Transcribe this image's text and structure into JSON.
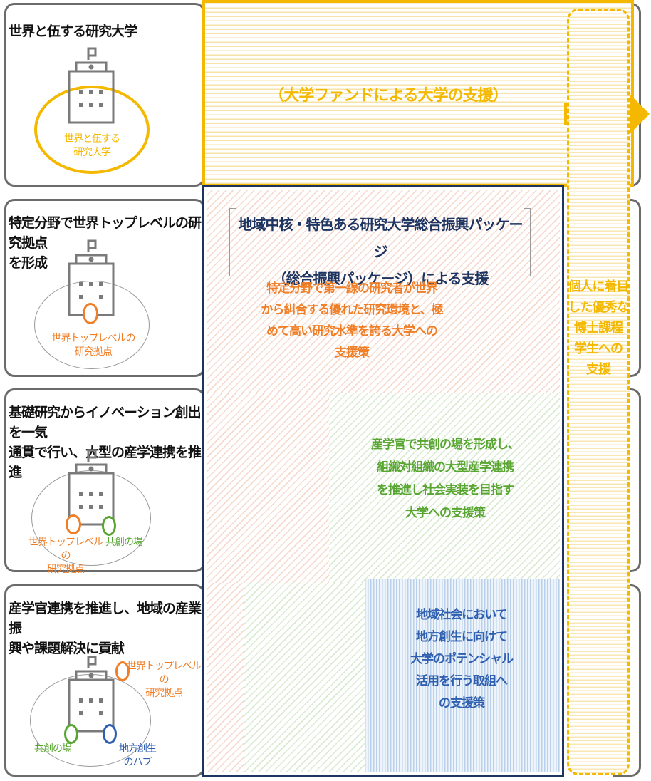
{
  "rows": [
    {
      "title": "世界と伍する研究大学",
      "oval_labels": [
        "世界と伍する\n研究大学"
      ]
    },
    {
      "title": "特定分野で世界トップレベルの研究拠点\nを形成",
      "oval_labels": [
        "世界トップレベルの\n研究拠点"
      ]
    },
    {
      "title": "基礎研究からイノベーション創出を一気\n通貫で行い、大型の産学連携を推進",
      "oval_labels": [
        "世界トップレベルの\n研究拠点",
        "共創の場"
      ]
    },
    {
      "title": "産学官連携を推進し、地域の産業振\n興や課題解決に貢献",
      "oval_labels": [
        "世界トップレベルの\n研究拠点",
        "共創の場",
        "地方創生\nのハブ"
      ]
    }
  ],
  "fund": {
    "label": "（大学ファンドによる大学の支援）"
  },
  "package": {
    "title": "地域中核・特色ある研究大学総合振興パッケージ\n（総合振興パッケージ）による支援",
    "support_top": "特定分野で第一線の研究者が世界\nから糾合する優れた研究環境と、極\nめて高い研究水準を誇る大学への\n支援策",
    "support_mid": "産学官で共創の場を形成し、\n組織対組織の大型産学連携\nを推進し社会実装を目指す\n大学への支援策",
    "support_bottom": "地域社会において\n地方創生に向けて\n大学のポテンシャル\n活用を行う取組へ\nの支援策"
  },
  "phd": {
    "label": "個人に着目\nした優秀な\n博士課程\n学生への\n支援"
  },
  "colors": {
    "orange": "#f07e26",
    "green": "#58a631",
    "blue": "#2e5fb0",
    "navy": "#1d3461",
    "yellow": "#f5b800",
    "gray": "#6b6b6b"
  }
}
